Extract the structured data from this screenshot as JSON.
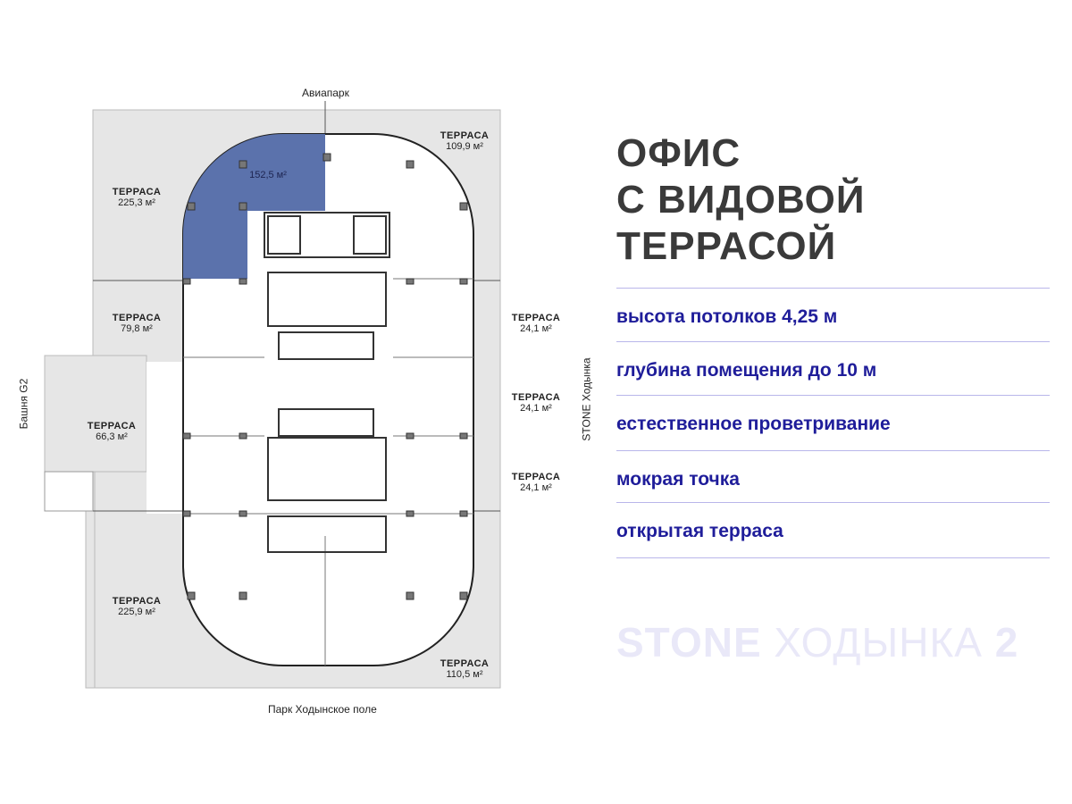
{
  "plan": {
    "orientation": {
      "top": "Авиапарк",
      "bottom": "Парк Ходынское поле",
      "left": "Башня G2",
      "right": "STONE Ходынка"
    },
    "highlight_color": "#5b72ac",
    "office_area": "152,5 м²",
    "terraces": [
      {
        "label": "ТЕРРАСА",
        "area": "109,9 м²"
      },
      {
        "label": "ТЕРРАСА",
        "area": "225,3 м²"
      },
      {
        "label": "ТЕРРАСА",
        "area": "79,8 м²"
      },
      {
        "label": "ТЕРРАСА",
        "area": "24,1 м²"
      },
      {
        "label": "ТЕРРАСА",
        "area": "24,1 м²"
      },
      {
        "label": "ТЕРРАСА",
        "area": "66,3 м²"
      },
      {
        "label": "ТЕРРАСА",
        "area": "24,1 м²"
      },
      {
        "label": "ТЕРРАСА",
        "area": "225,9 м²"
      },
      {
        "label": "ТЕРРАСА",
        "area": "110,5 м²"
      }
    ]
  },
  "title": {
    "line1": "ОФИС",
    "line2": "С ВИДОВОЙ",
    "line3": "ТЕРРАСОЙ"
  },
  "features": [
    "высота потолков 4,25 м",
    "глубина помещения до 10 м",
    "естественное проветривание",
    "мокрая точка",
    "открытая терраса"
  ],
  "logo": {
    "bold": "STONE",
    "light": "ХОДЫНКА",
    "num": "2"
  },
  "colors": {
    "accent": "#1f1d9a",
    "title": "#3a3a3a",
    "terrace": "#e6e6e6"
  }
}
